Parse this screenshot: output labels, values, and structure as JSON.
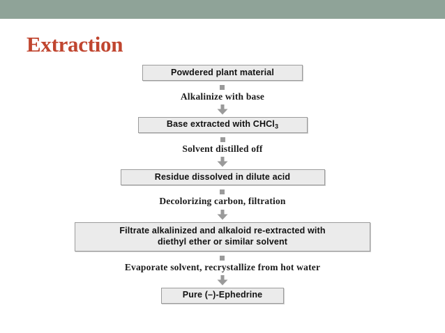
{
  "slide": {
    "title": "Extraction",
    "top_bar_color": "#8fa398",
    "title_color": "#c0452f",
    "background_color": "#ffffff"
  },
  "flowchart": {
    "box_fill_color": "#ebebeb",
    "box_border_color": "#9b9b9b",
    "connector_color": "#9a9a9a",
    "boxes": [
      {
        "id": "powdered-plant-material",
        "text": "Powdered plant material"
      },
      {
        "id": "base-extracted-chcl3",
        "text_before": "Base extracted with CHCl",
        "subscript": "3",
        "text_after": ""
      },
      {
        "id": "residue-dissolved-dilute-acid",
        "text": "Residue dissolved in dilute acid"
      },
      {
        "id": "filtrate-alkalinized",
        "line1": "Filtrate alkalinized and alkaloid re-extracted with",
        "line2": "diethyl ether or similar solvent"
      },
      {
        "id": "pure-ephedrine",
        "text": "Pure (–)-Ephedrine"
      }
    ],
    "connectors": [
      {
        "id": "alkalinize-with-base",
        "label": "Alkalinize with base"
      },
      {
        "id": "solvent-distilled-off",
        "label": "Solvent distilled off"
      },
      {
        "id": "decolorizing-carbon-filtration",
        "label": "Decolorizing carbon, filtration"
      },
      {
        "id": "evaporate-solvent-recrystallize",
        "label": "Evaporate solvent, recrystallize from hot water"
      }
    ]
  }
}
